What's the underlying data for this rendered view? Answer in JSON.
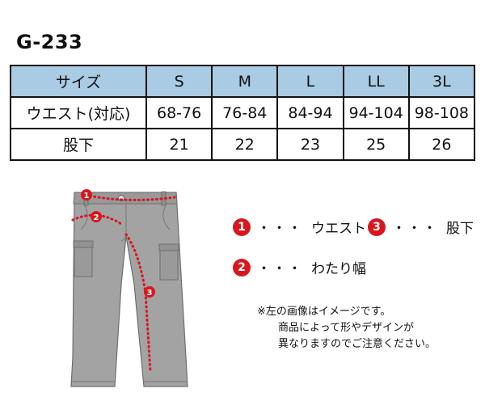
{
  "model": "G-233",
  "table": {
    "headers": [
      "サイズ",
      "S",
      "M",
      "L",
      "LL",
      "3L"
    ],
    "rows": [
      [
        "ウエスト(対応)",
        "68-76",
        "76-84",
        "84-94",
        "94-104",
        "98-108"
      ],
      [
        "股下",
        "21",
        "22",
        "23",
        "25",
        "26"
      ]
    ]
  },
  "figure_badges": [
    "1",
    "2",
    "3"
  ],
  "legend": [
    {
      "num": "1",
      "dots": "・・・",
      "label": "ウエスト"
    },
    {
      "num": "3",
      "dots": "・・・",
      "label": "股下"
    },
    {
      "num": "2",
      "dots": "・・・",
      "label": "わたり幅"
    }
  ],
  "note": [
    "※左の画像はイメージです。",
    "商品によって形やデザインが",
    "異なりますのでご注意ください。"
  ],
  "colors": {
    "header_bg": "#a9cbe3",
    "badge": "#d9161e",
    "pants": "#a3a3a3"
  }
}
